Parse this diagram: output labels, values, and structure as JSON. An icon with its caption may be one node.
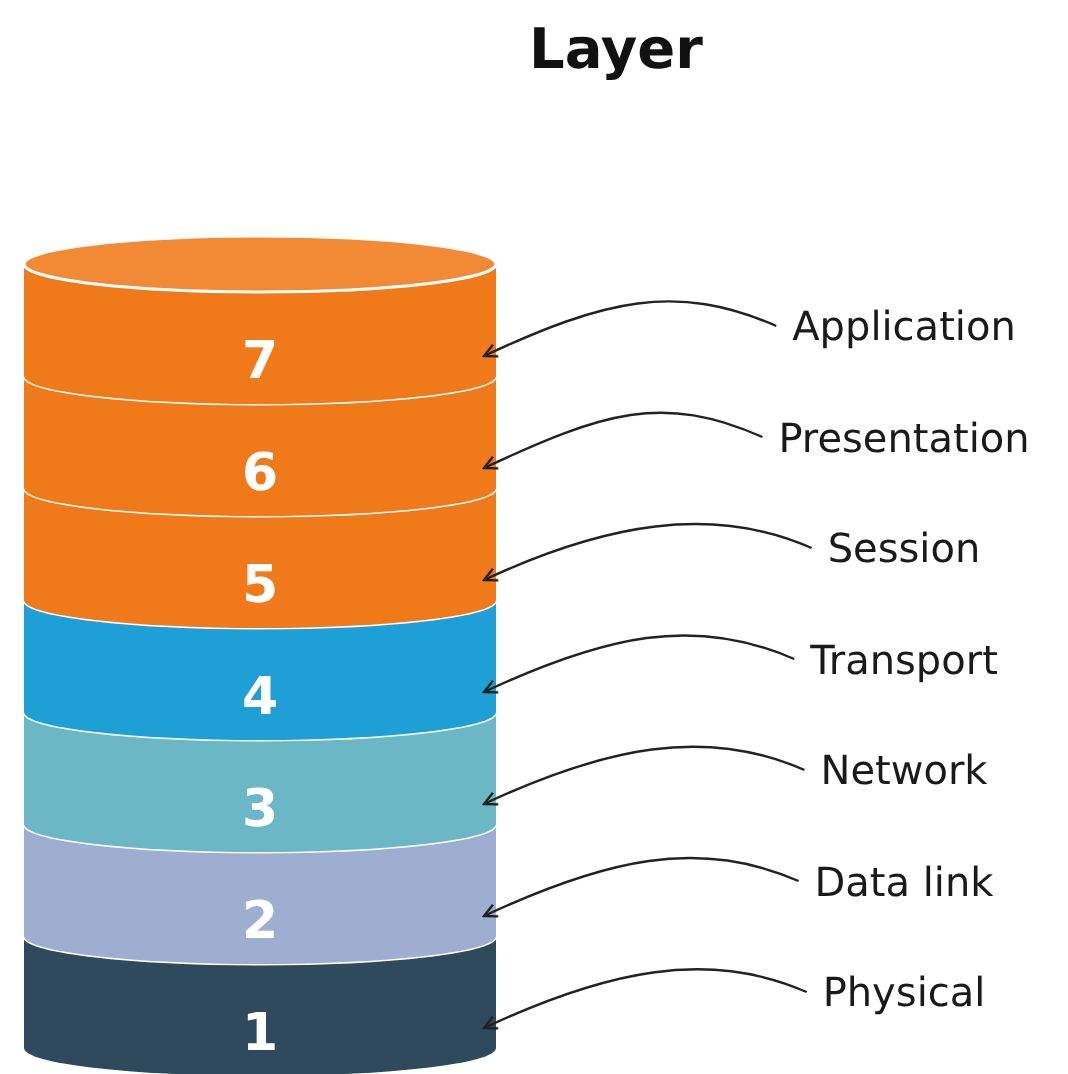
{
  "diagram": {
    "title": "Layer",
    "nodes": [
      {
        "text": [
          "7"
        ]
      },
      {
        "text": [
          "6"
        ]
      },
      {
        "text": [
          "5"
        ]
      },
      {
        "text": [
          "4"
        ]
      },
      {
        "text": [
          "3"
        ]
      },
      {
        "text": [
          "2"
        ]
      },
      {
        "text": [
          "1"
        ]
      },
      {
        "text": [
          "Application"
        ]
      },
      {
        "text": [
          "Presentation"
        ]
      },
      {
        "text": [
          "Session"
        ]
      },
      {
        "text": [
          "Transport"
        ]
      },
      {
        "text": [
          "Network"
        ]
      },
      {
        "text": [
          "Data link"
        ]
      },
      {
        "text": [
          "Physical"
        ]
      }
    ],
    "edges": [
      {
        "from": 7,
        "to": 0,
        "arrow": "to"
      },
      {
        "from": 8,
        "to": 1,
        "arrow": "to"
      },
      {
        "from": 9,
        "to": 2,
        "arrow": "to"
      },
      {
        "from": 10,
        "to": 3,
        "arrow": "to"
      },
      {
        "from": 11,
        "to": 4,
        "arrow": "to"
      },
      {
        "from": 12,
        "to": 5,
        "arrow": "to"
      },
      {
        "from": 13,
        "to": 6,
        "arrow": "to"
      }
    ]
  }
}
